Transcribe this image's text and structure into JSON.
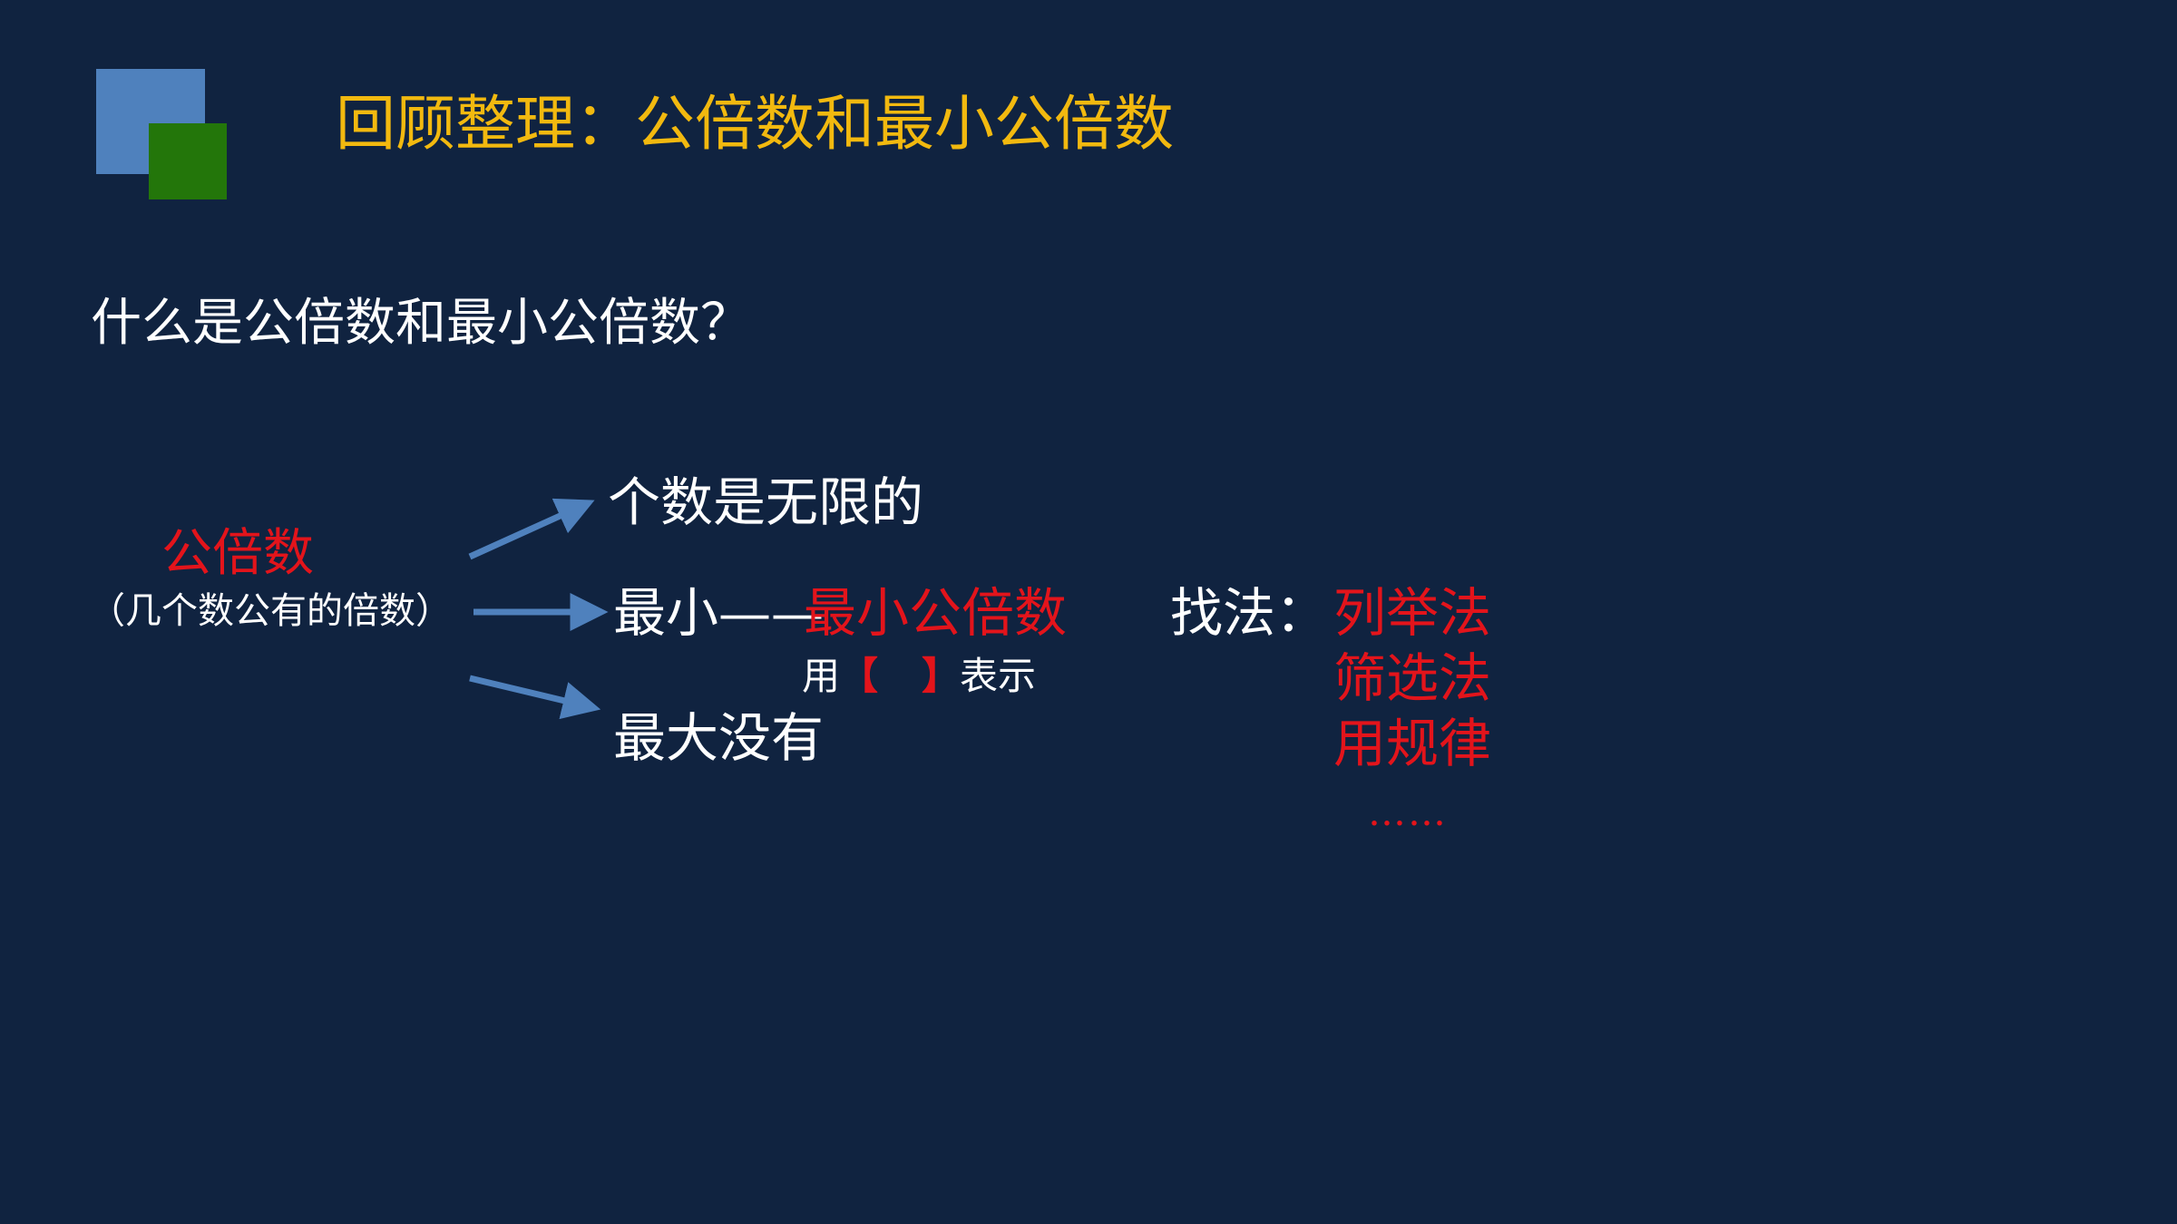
{
  "slide": {
    "title": "回顾整理：公倍数和最小公倍数",
    "question": "什么是公倍数和最小公倍数？",
    "concept": {
      "term": "公倍数",
      "note": "（几个数公有的倍数）"
    },
    "branches": [
      {
        "text": "个数是无限的"
      },
      {
        "text": "最小——",
        "highlight": "最小公倍数"
      },
      {
        "text": "最大没有"
      }
    ],
    "notation": {
      "prefix": "用",
      "bracket_open": "【",
      "bracket_close": "】",
      "suffix": "表示"
    },
    "methods": {
      "label": "找法：",
      "items": [
        "列举法",
        "筛选法",
        "用规律"
      ],
      "ellipsis": "……"
    }
  },
  "colors": {
    "background": "#102340",
    "title": "#f2b90f",
    "highlight": "#e3141b",
    "text": "#ffffff",
    "arrow": "#4f81bd",
    "logo_blue": "#4f81bd",
    "logo_green": "#23760a"
  }
}
